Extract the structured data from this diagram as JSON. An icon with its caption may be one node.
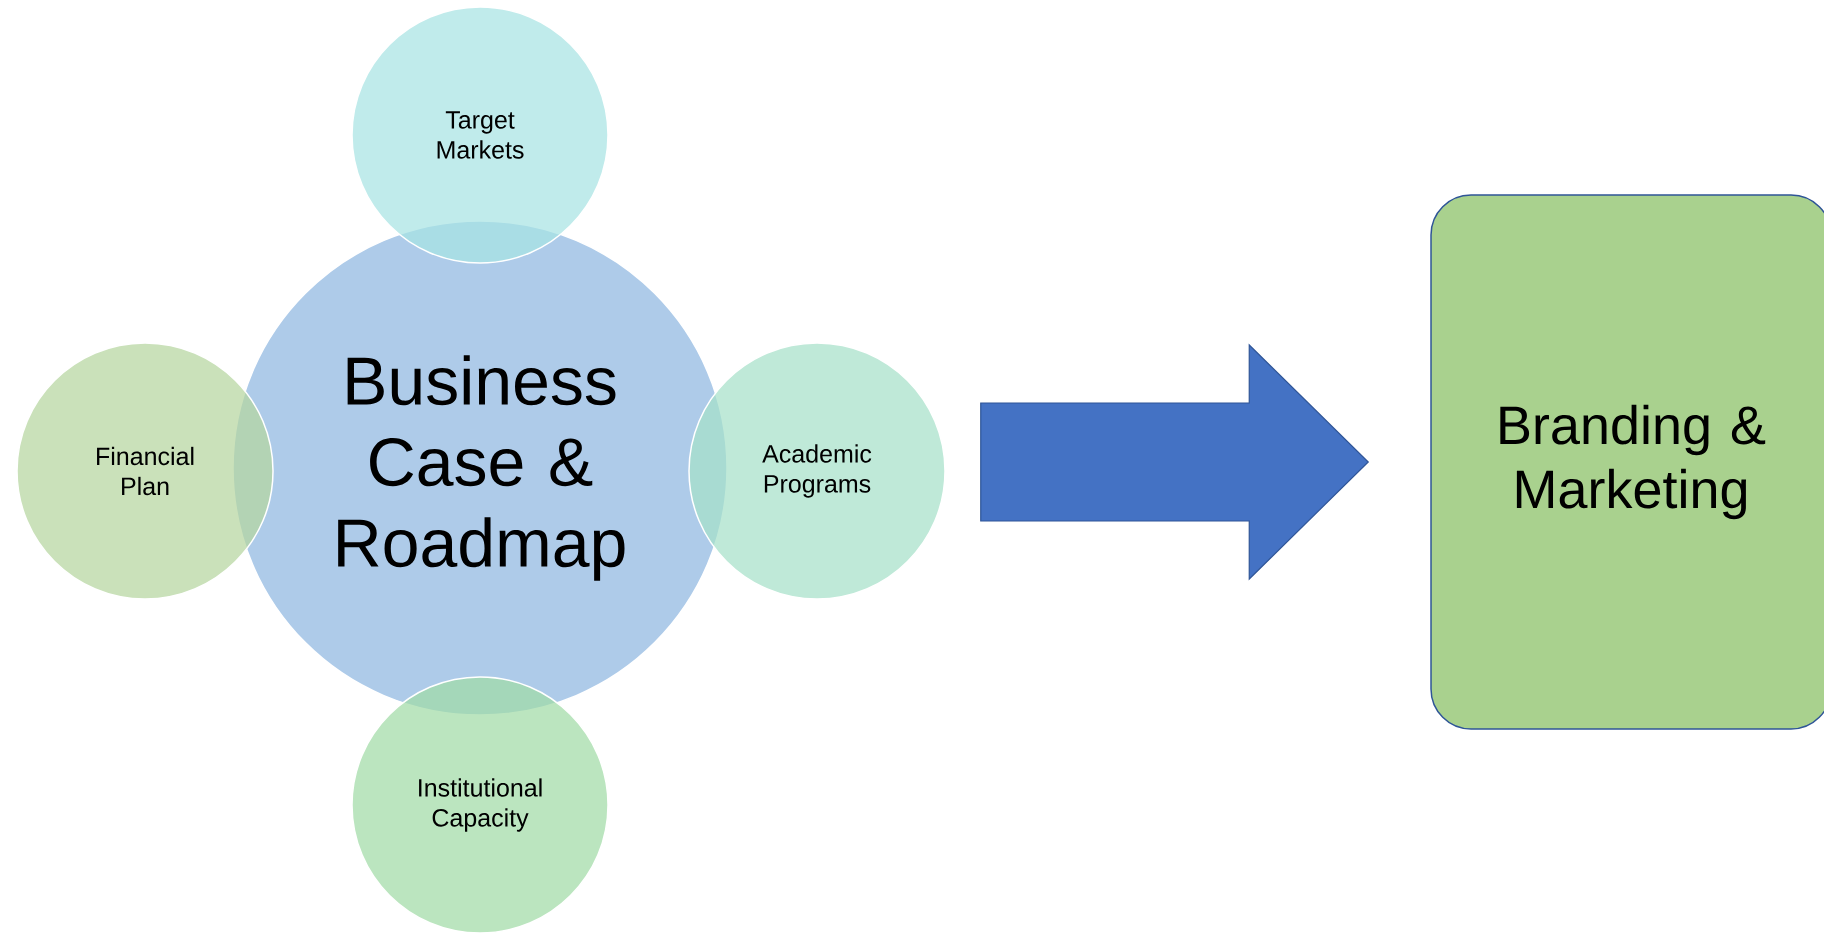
{
  "diagram": {
    "nodes": [
      {
        "text": [
          "Target Markets"
        ]
      },
      {
        "text": [
          "Business Case & Roadmap"
        ]
      },
      {
        "text": [
          "Financial Plan"
        ]
      },
      {
        "text": [
          "Academic Programs"
        ]
      },
      {
        "text": [
          "Institutional Capacity"
        ]
      },
      {
        "text": [
          "Branding & Marketing"
        ]
      }
    ],
    "edges": [
      {
        "from": 3,
        "to": 5,
        "arrow": "to"
      }
    ]
  }
}
